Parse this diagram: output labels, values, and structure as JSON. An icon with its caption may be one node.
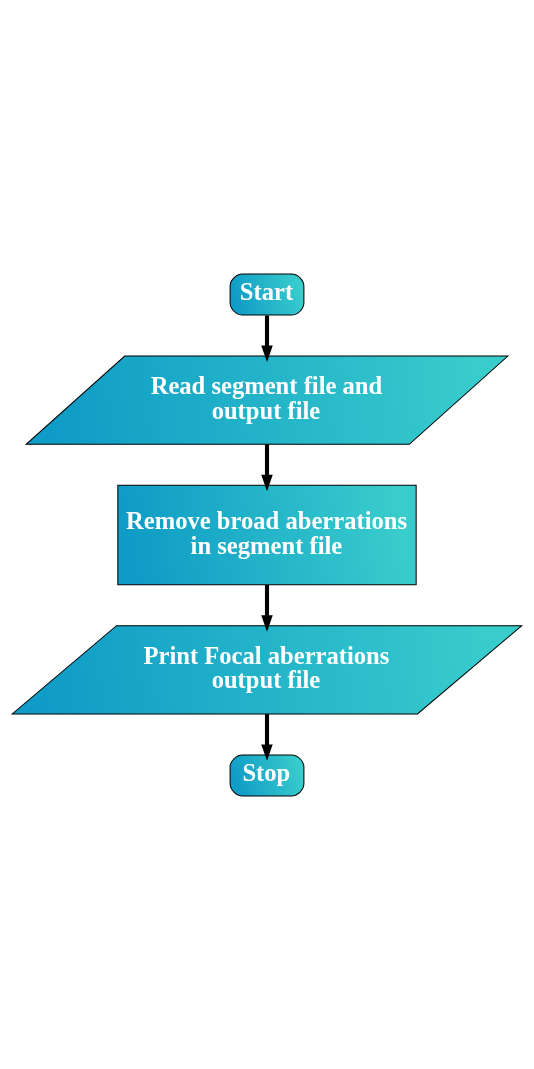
{
  "diagram": {
    "nodes": [
      {
        "text": [
          "Start"
        ]
      },
      {
        "text": [
          "Read segment file and output file"
        ]
      },
      {
        "text": [
          "Remove broad aberrations in segment file"
        ]
      },
      {
        "text": [
          "Print Focal aberrations output file"
        ]
      },
      {
        "text": [
          "Stop"
        ]
      }
    ],
    "edges": [
      {
        "from": 0,
        "to": 1,
        "arrow": "to"
      },
      {
        "from": 1,
        "to": 2,
        "arrow": "to"
      },
      {
        "from": 2,
        "to": 3,
        "arrow": "to"
      },
      {
        "from": 3,
        "to": 4,
        "arrow": "to"
      }
    ]
  }
}
